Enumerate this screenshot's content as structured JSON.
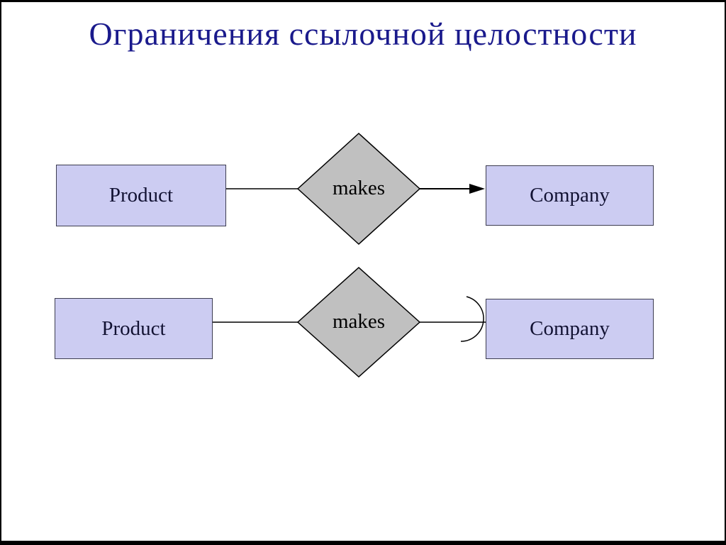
{
  "slide": {
    "title": "Ограничения ссылочной целостности"
  },
  "diagram": {
    "type": "er-diagram",
    "rows": [
      {
        "left_entity": "Product",
        "relationship": "makes",
        "right_entity": "Company",
        "right_terminator": "arrow"
      },
      {
        "left_entity": "Product",
        "relationship": "makes",
        "right_entity": "Company",
        "right_terminator": "arc"
      }
    ]
  },
  "colors": {
    "title_text": "#1a1a8c",
    "entity_fill": "#ccccf2",
    "entity_border": "#3c3c50",
    "entity_text": "#121233",
    "diamond_fill": "#c0c0c0",
    "diamond_border": "#000000",
    "connector": "#000000",
    "frame": "#000000",
    "background": "#ffffff"
  }
}
